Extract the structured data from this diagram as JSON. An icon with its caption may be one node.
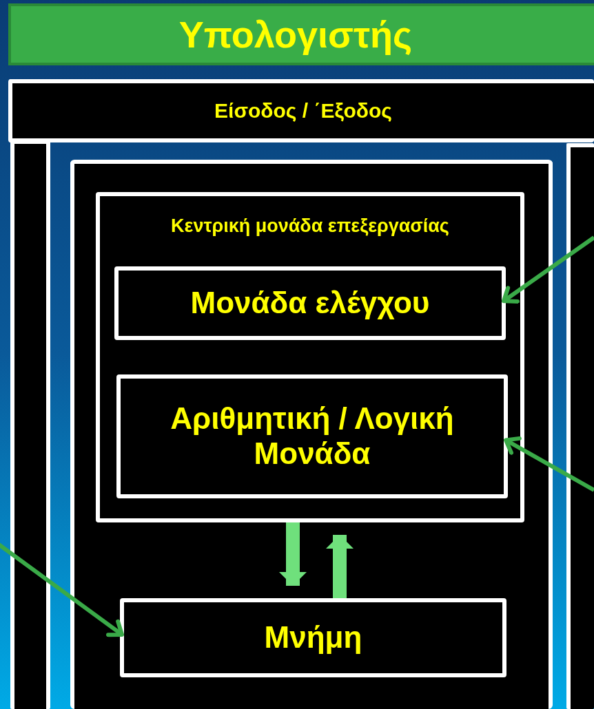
{
  "diagram": {
    "title": "Υπολογιστής",
    "nodes": [
      {
        "text": [
          "Είσοδος / ΄Εξοδος"
        ]
      },
      {
        "text": [],
        "shape": "bar"
      },
      {
        "text": [],
        "shape": "bar"
      },
      {
        "text": [],
        "shape": "box"
      },
      {
        "text": [
          "Κεντρική μονάδα επεξεργασίας"
        ],
        "in": 3
      },
      {
        "text": [
          "Μονάδα ελέγχου"
        ],
        "in": 4
      },
      {
        "text": [
          "Αριθμητική / Λογική Μονάδα"
        ],
        "in": 4
      },
      {
        "text": [
          "Μνήμη"
        ],
        "in": 3
      }
    ],
    "edges": [
      {
        "from": 4,
        "to": 7,
        "arrow": "to",
        "style": "thick",
        "color": "#6fe07c"
      },
      {
        "from": 7,
        "to": 4,
        "arrow": "to",
        "style": "thick",
        "color": "#6fe07c"
      },
      {
        "from": 2,
        "to": 5,
        "arrow": "to"
      },
      {
        "from": 2,
        "to": 6,
        "arrow": "to"
      },
      {
        "from": null,
        "to": 7,
        "arrow": "to"
      }
    ]
  }
}
